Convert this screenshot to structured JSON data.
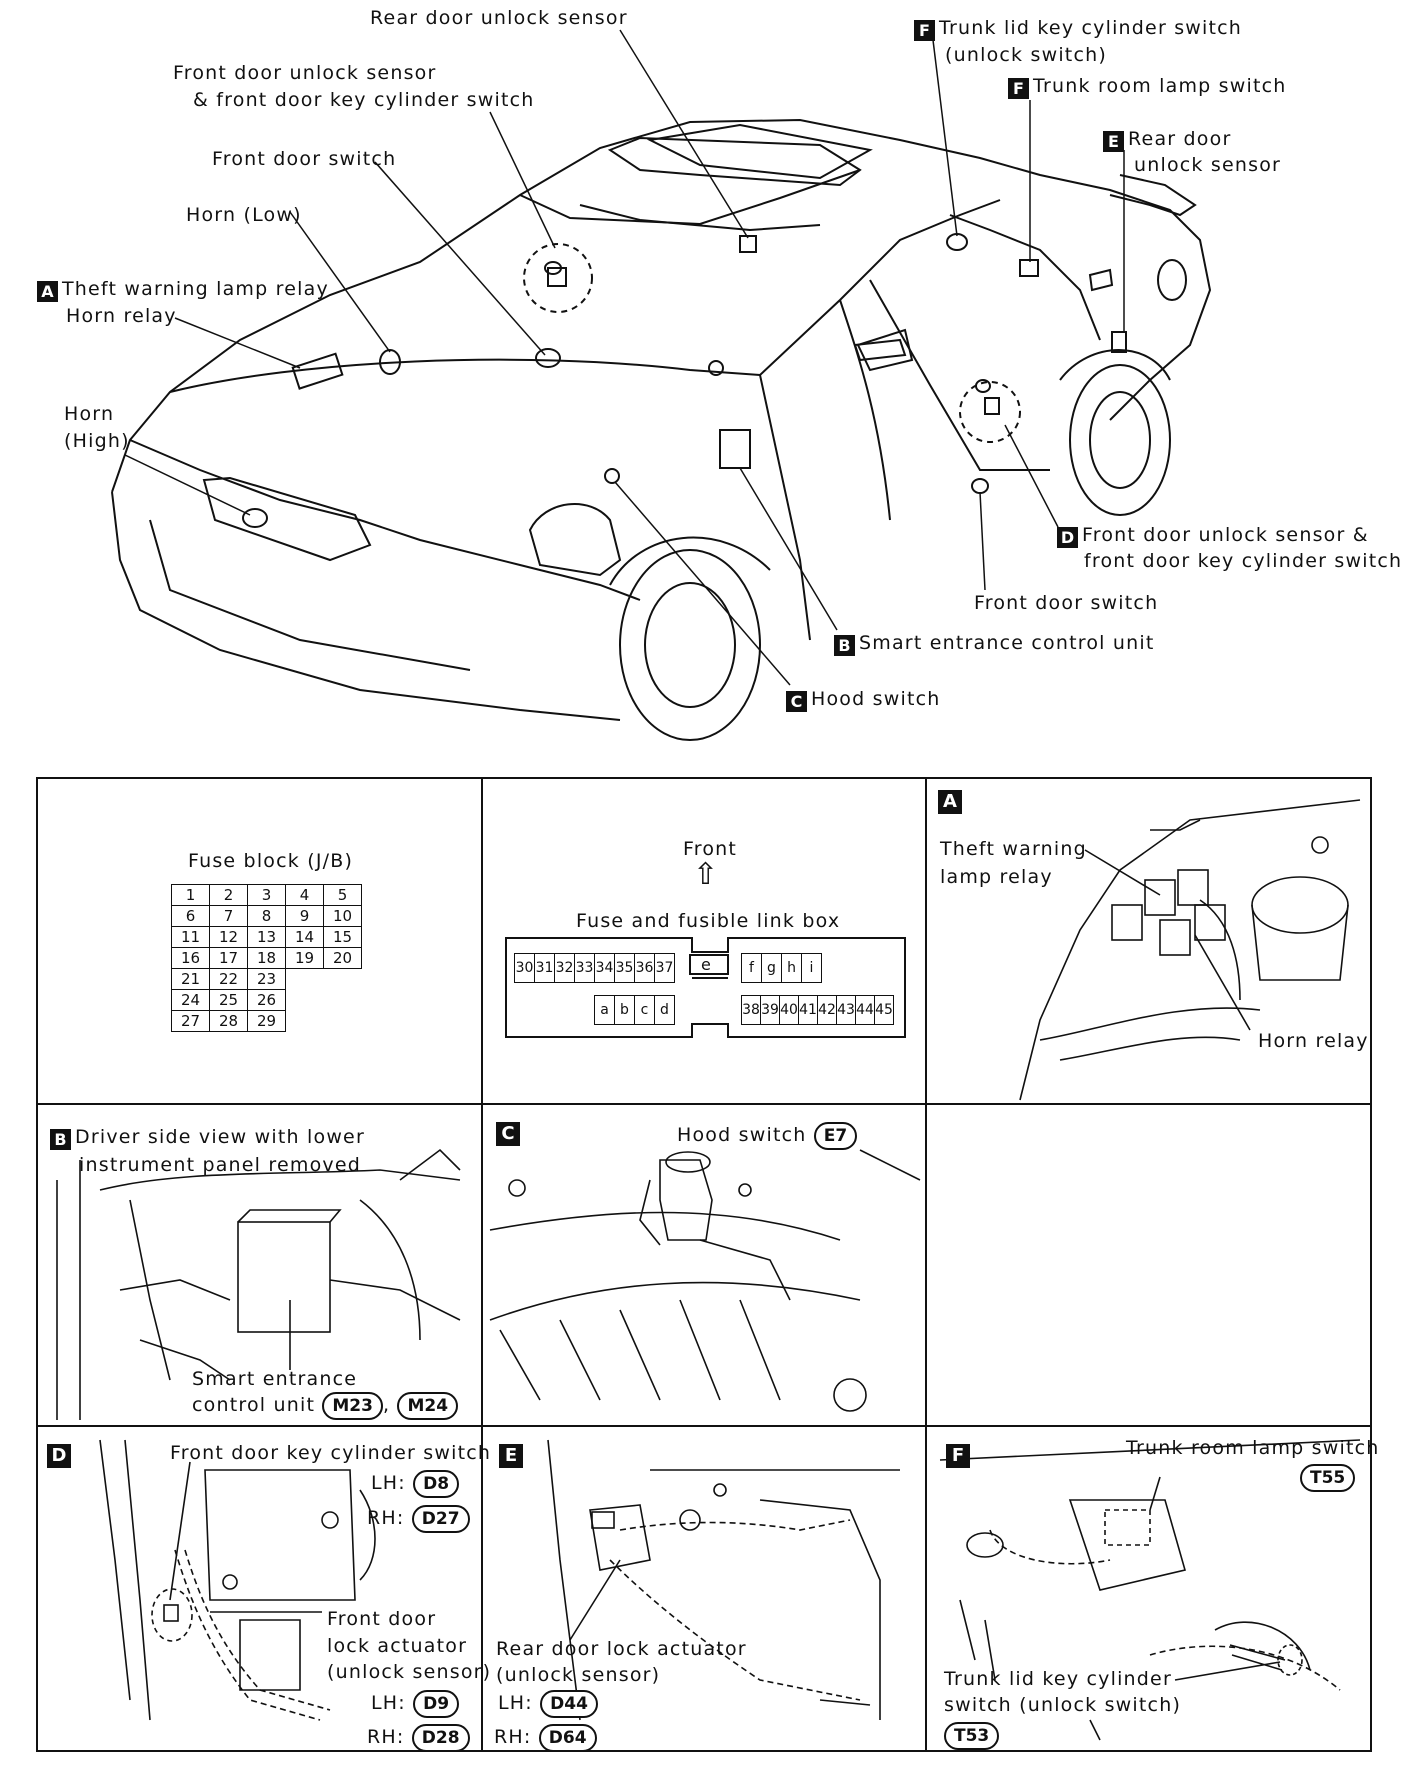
{
  "top_diagram": {
    "labels": {
      "rear_door_unlock_sensor": "Rear door unlock sensor",
      "front_door_unlock_sensor_1": "Front door unlock sensor",
      "front_door_unlock_sensor_2": "& front door key cylinder switch",
      "front_door_switch_left": "Front door switch",
      "horn_low": "Horn (Low)",
      "theft_warning_lamp_relay": "Theft warning lamp relay",
      "horn_relay": "Horn relay",
      "horn_high_1": "Horn",
      "horn_high_2": "(High)",
      "trunk_lid_key_cylinder_1": "Trunk lid key cylinder switch",
      "trunk_lid_key_cylinder_2": "(unlock switch)",
      "trunk_room_lamp_switch": "Trunk room lamp switch",
      "rear_door_e_1": "Rear door",
      "rear_door_e_2": "unlock sensor",
      "front_door_d_1": "Front door unlock sensor &",
      "front_door_d_2": "front door key cylinder switch",
      "front_door_switch_right": "Front door switch",
      "smart_entrance_control_unit": "Smart entrance control unit",
      "hood_switch": "Hood switch"
    },
    "letters": {
      "a": "A",
      "b": "B",
      "c": "C",
      "d": "D",
      "e": "E",
      "f": "F"
    }
  },
  "panels": {
    "fuse_block": {
      "title": "Fuse block (J/B)",
      "rows": [
        [
          "1",
          "2",
          "3",
          "4",
          "5"
        ],
        [
          "6",
          "7",
          "8",
          "9",
          "10"
        ],
        [
          "11",
          "12",
          "13",
          "14",
          "15"
        ],
        [
          "16",
          "17",
          "18",
          "19",
          "20"
        ],
        [
          "21",
          "22",
          "23"
        ],
        [
          "24",
          "25",
          "26"
        ],
        [
          "27",
          "28",
          "29"
        ]
      ]
    },
    "fusible_link": {
      "front_label": "Front",
      "arrow": "⇧",
      "title": "Fuse and fusible link box",
      "top_left": [
        "30",
        "31",
        "32",
        "33",
        "34",
        "35",
        "36",
        "37"
      ],
      "bottom_left": [
        "a",
        "b",
        "c",
        "d"
      ],
      "middle": "e",
      "top_right": [
        "f",
        "g",
        "h",
        "i"
      ],
      "bottom_right": [
        "38",
        "39",
        "40",
        "41",
        "42",
        "43",
        "44",
        "45"
      ]
    },
    "a": {
      "letter": "A",
      "theft_1": "Theft warning",
      "theft_2": "lamp relay",
      "horn_relay": "Horn relay"
    },
    "b": {
      "letter": "B",
      "title_1": "Driver side view with lower",
      "title_2": "instrument panel removed",
      "unit_1": "Smart entrance",
      "unit_2": "control unit",
      "conn_1": "M23",
      "sep": ",",
      "conn_2": "M24"
    },
    "c": {
      "letter": "C",
      "label": "Hood switch",
      "conn": "E7"
    },
    "d": {
      "letter": "D",
      "key_cyl": "Front door key cylinder switch",
      "lh": "LH:",
      "rh": "RH:",
      "conn_lh_1": "D8",
      "conn_rh_1": "D27",
      "act_1": "Front door",
      "act_2": "lock actuator",
      "act_3": "(unlock sensor)",
      "conn_lh_2": "D9",
      "conn_rh_2": "D28"
    },
    "e": {
      "letter": "E",
      "act_1": "Rear door lock actuator",
      "act_2": "(unlock sensor)",
      "lh": "LH:",
      "rh": "RH:",
      "conn_lh": "D44",
      "conn_rh": "D64"
    },
    "f": {
      "letter": "F",
      "trunk_room": "Trunk room lamp switch",
      "conn_1": "T55",
      "lid_1": "Trunk lid key cylinder",
      "lid_2": "switch (unlock switch)",
      "conn_2": "T53"
    }
  }
}
